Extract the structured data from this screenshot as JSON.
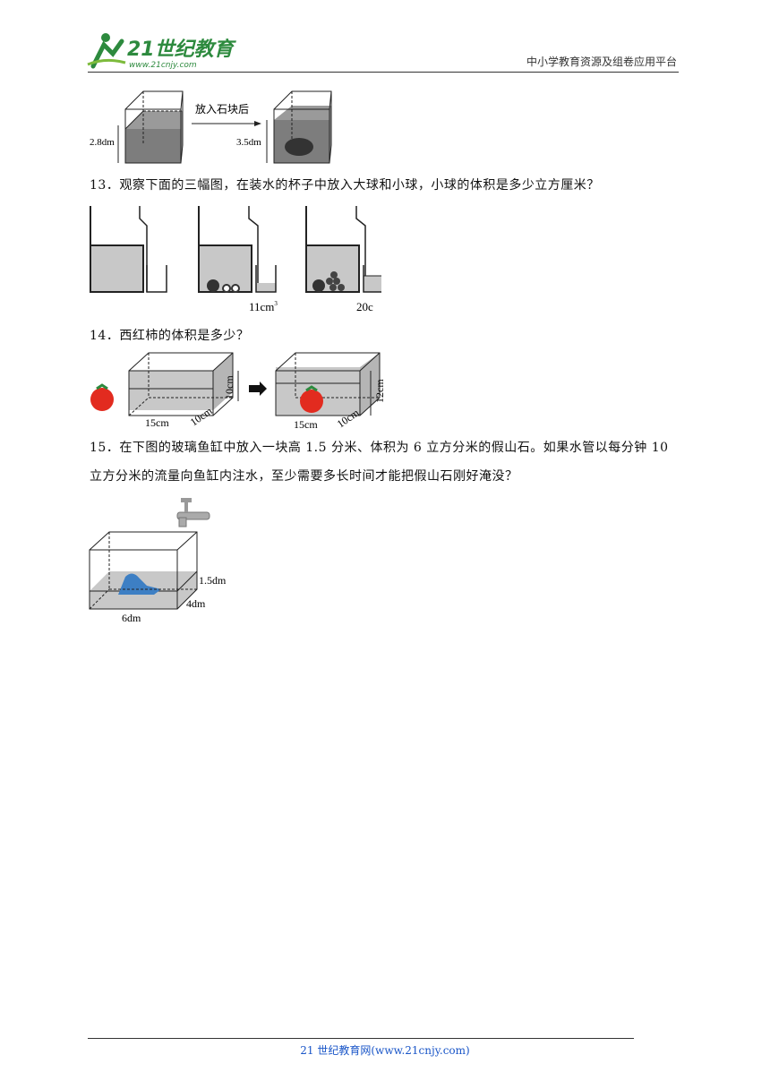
{
  "header": {
    "logo_text": "21世纪教育",
    "logo_url": "www.21cnjy.com",
    "right_text": "中小学教育资源及组卷应用平台"
  },
  "fig_top": {
    "left_height": "2.8dm",
    "arrow_label": "放入石块后",
    "right_height": "3.5dm"
  },
  "q13": {
    "text": "13．观察下面的三幅图，在装水的杯子中放入大球和小球，小球的体积是多少立方厘米？",
    "label_mid": "11cm",
    "label_mid_sup": "3",
    "label_right": "20c"
  },
  "q14": {
    "text": "14．西红柿的体积是多少？",
    "len": "15cm",
    "width": "10cm",
    "h_before": "10cm",
    "h_after": "12cm"
  },
  "q15": {
    "line1": "15．在下图的玻璃鱼缸中放入一块高 1.5 分米、体积为 6 立方分米的假山石。如果水管以每分钟 10",
    "line2": "立方分米的流量向鱼缸内注水，至少需要多长时间才能把假山石刚好淹没？",
    "rock_h": "1.5dm",
    "width": "4dm",
    "length": "6dm"
  },
  "footer": {
    "text": "21 世纪教育网(www.21cnjy.com)"
  }
}
